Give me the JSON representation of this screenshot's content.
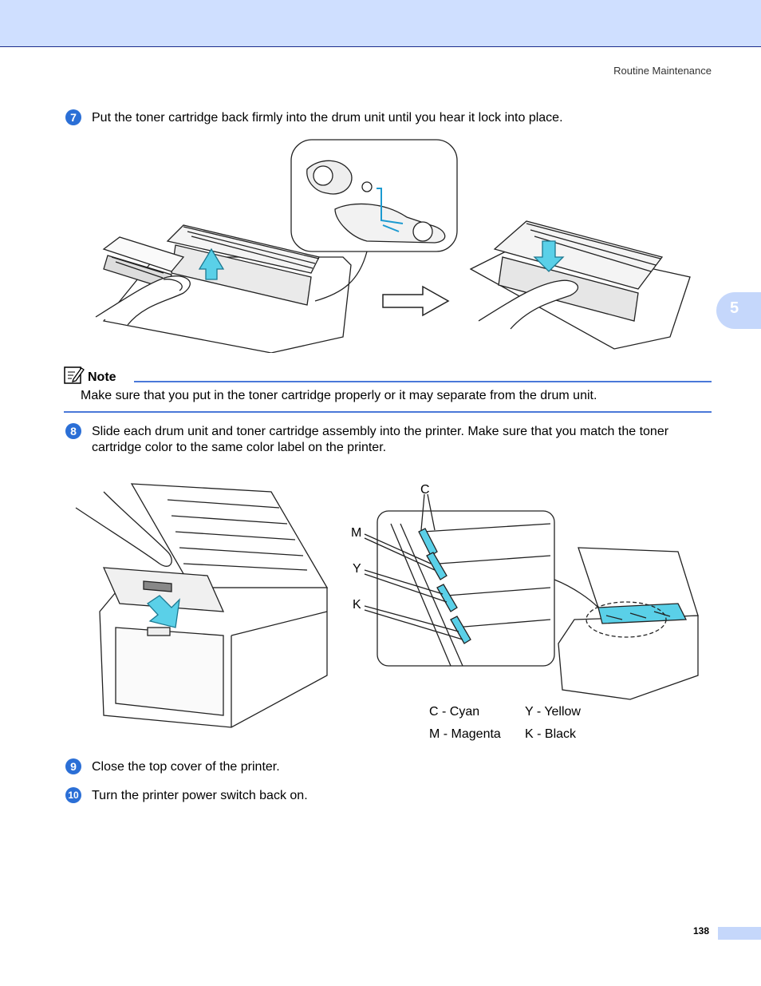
{
  "header": {
    "section": "Routine Maintenance"
  },
  "chapter_tab": "5",
  "steps": [
    {
      "number": "7",
      "text": "Put the toner cartridge back firmly into the drum unit until you hear it lock into place."
    },
    {
      "number": "8",
      "text_line1": "Slide each drum unit and toner cartridge assembly into the printer. Make sure that you match the toner",
      "text_line2": "cartridge color to the same color label on the printer."
    },
    {
      "number": "9",
      "text": "Close the top cover of the printer."
    },
    {
      "number": "10",
      "text": "Turn the printer power switch back on."
    }
  ],
  "note": {
    "label": "Note",
    "text": "Make sure that you put in the toner cartridge properly or it may separate from the drum unit."
  },
  "figure2": {
    "callouts": {
      "c": "C",
      "m": "M",
      "y": "Y",
      "k": "K"
    },
    "legend": {
      "cyan": "C - Cyan",
      "yellow": "Y - Yellow",
      "magenta": "M - Magenta",
      "black": "K - Black"
    }
  },
  "footer": {
    "page_number": "138"
  },
  "colors": {
    "accent": "#2b6fd6",
    "band": "#cfdfff",
    "tab": "#c5d7fb",
    "cyan_part": "#5ad0e8"
  }
}
